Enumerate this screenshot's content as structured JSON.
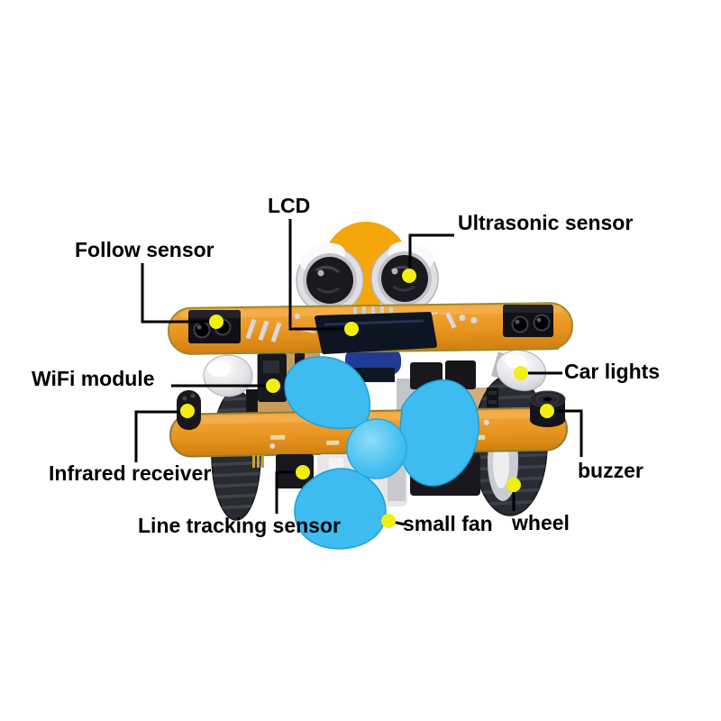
{
  "figure": {
    "type": "annotated-product-diagram",
    "subject": "Smart robot car kit with callout labels",
    "background_color": "#ffffff",
    "annotation_text_color": "#000000",
    "leader_line_color": "#000000",
    "callout_dot_color": "#f2ef0f",
    "labels": {
      "lcd": "LCD",
      "ultrasonic": "Ultrasonic sensor",
      "follow": "Follow sensor",
      "wifi": "WiFi module",
      "car_lights": "Car lights",
      "infrared": "Infrared receiver",
      "buzzer": "buzzer",
      "line_tracking": "Line tracking sensor",
      "small_fan": "small fan",
      "wheel": "wheel"
    },
    "key_colors": {
      "pcb_board": "#e8941f",
      "robot_head": "#f4a60b",
      "fan": "#3ebcf0",
      "wheel_tire": "#2a2c33",
      "component_black": "#17171d"
    }
  }
}
